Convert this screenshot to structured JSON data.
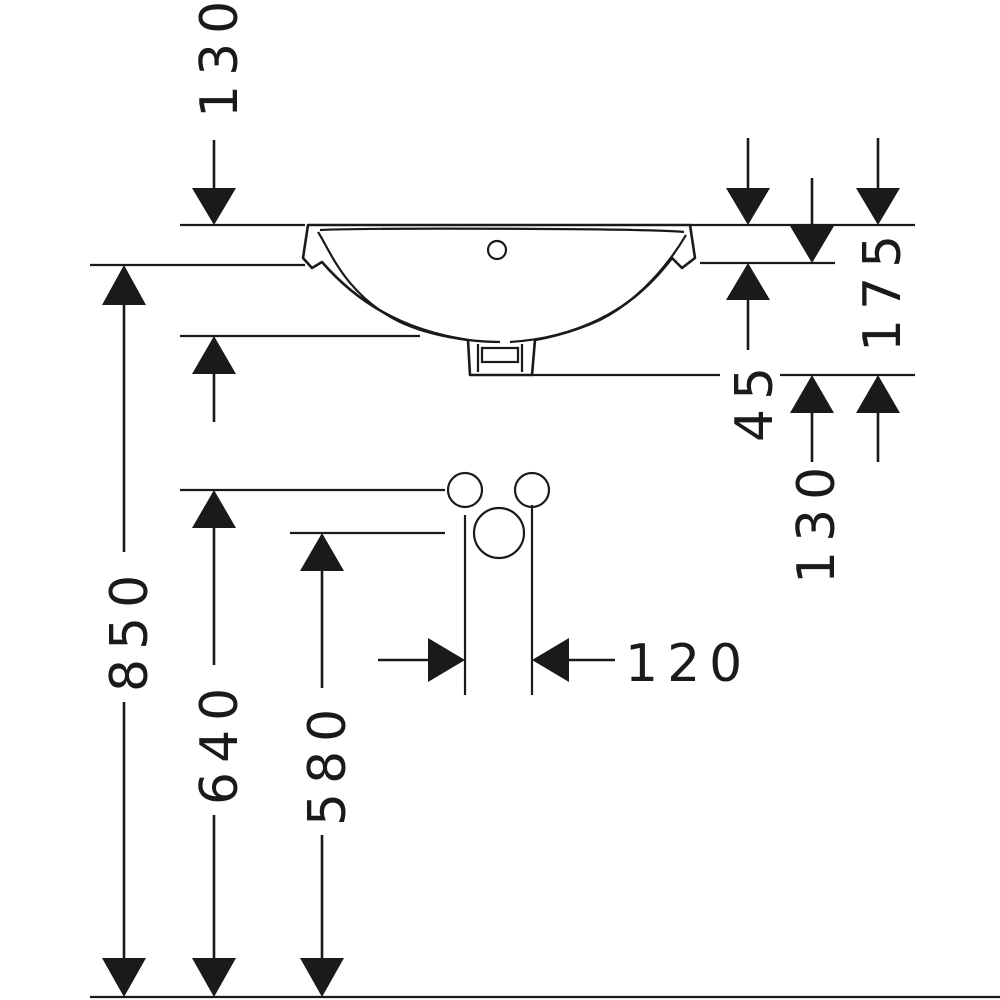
{
  "dimensions": {
    "top_gap": "130",
    "rim_depth": "175",
    "overflow_offset": "45",
    "waste_offset": "130",
    "pipe_spacing": "120",
    "total_height": "850",
    "water_supply_height": "640",
    "waste_outlet_height": "580"
  }
}
